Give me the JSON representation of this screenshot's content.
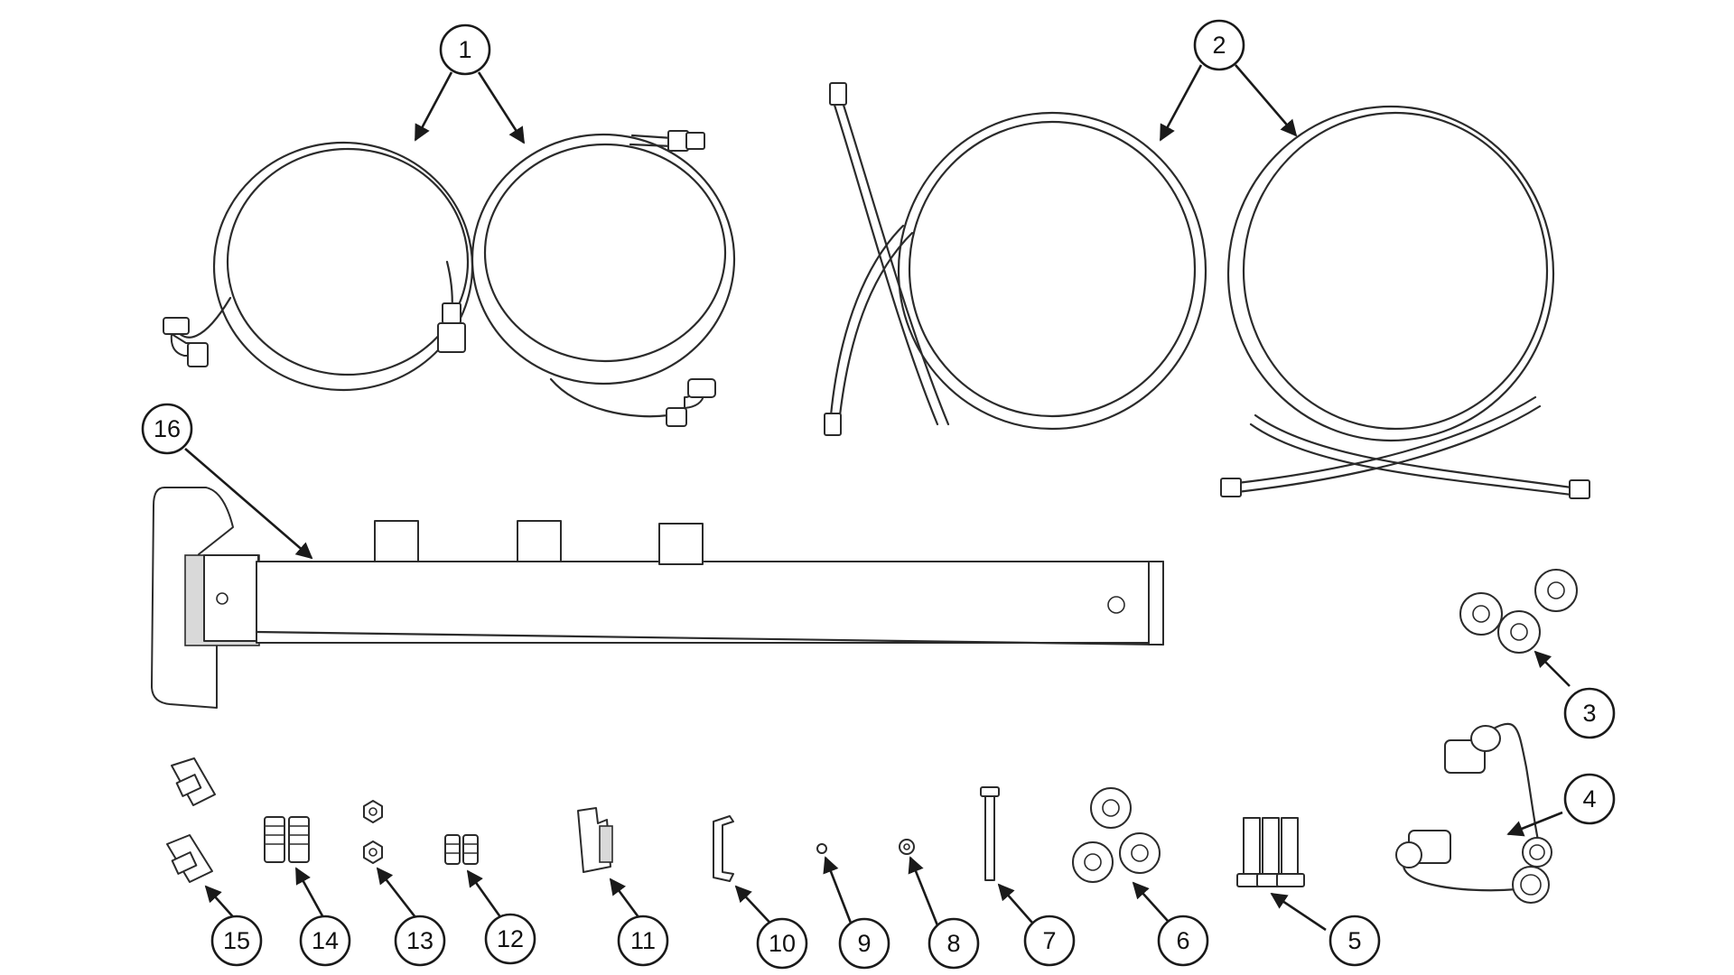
{
  "callouts": [
    {
      "id": "c1",
      "label": "1"
    },
    {
      "id": "c2",
      "label": "2"
    },
    {
      "id": "c3",
      "label": "3"
    },
    {
      "id": "c4",
      "label": "4"
    },
    {
      "id": "c5",
      "label": "5"
    },
    {
      "id": "c6",
      "label": "6"
    },
    {
      "id": "c7",
      "label": "7"
    },
    {
      "id": "c8",
      "label": "8"
    },
    {
      "id": "c9",
      "label": "9"
    },
    {
      "id": "c10",
      "label": "10"
    },
    {
      "id": "c11",
      "label": "11"
    },
    {
      "id": "c12",
      "label": "12"
    },
    {
      "id": "c13",
      "label": "13"
    },
    {
      "id": "c14",
      "label": "14"
    },
    {
      "id": "c15",
      "label": "15"
    },
    {
      "id": "c16",
      "label": "16"
    }
  ],
  "colors": {
    "line": "#2b2b2b",
    "background": "#ffffff"
  }
}
